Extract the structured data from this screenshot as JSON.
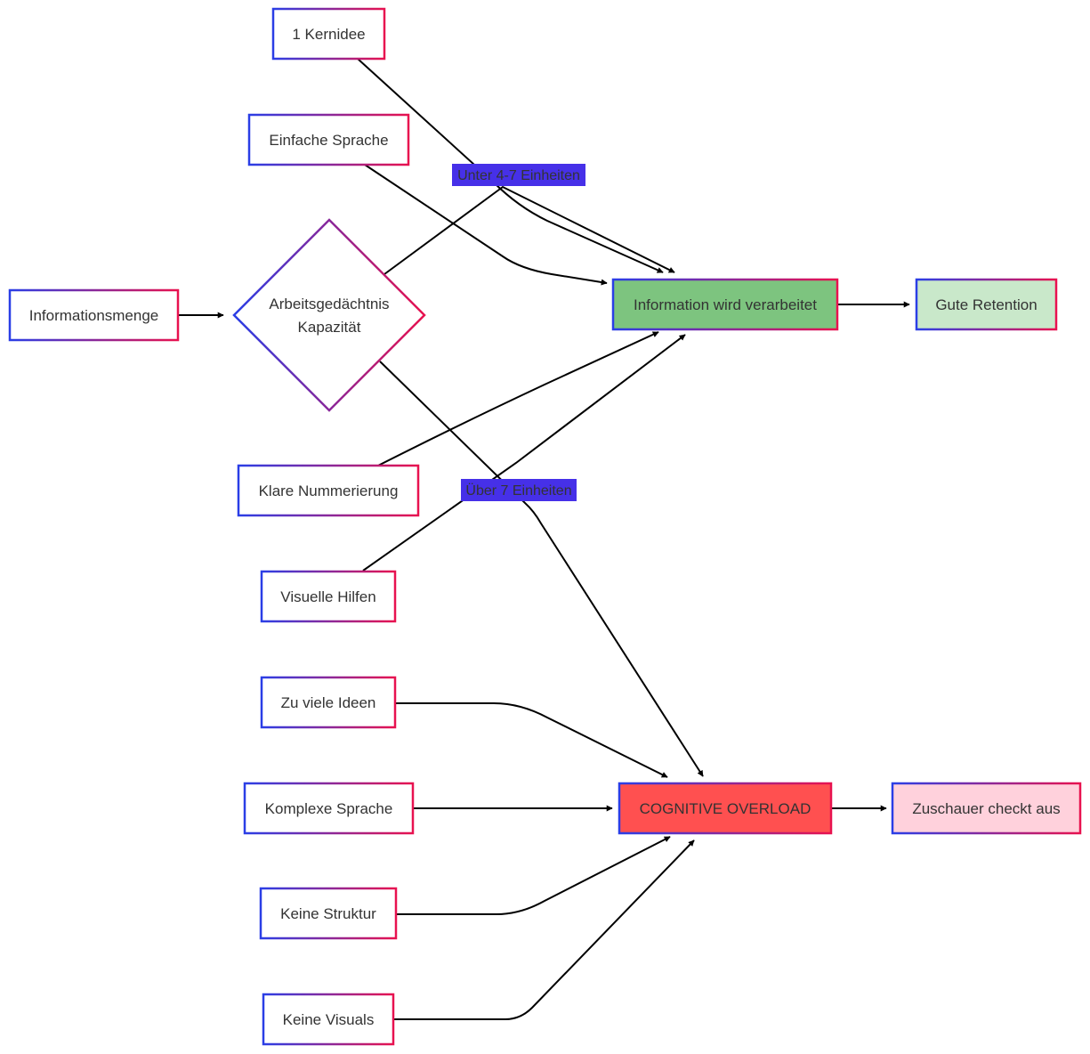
{
  "diagram": {
    "nodes": {
      "kernidee": {
        "label": "1 Kernidee",
        "fill": "#ffffff"
      },
      "einfache_sprache": {
        "label": "Einfache Sprache",
        "fill": "#ffffff"
      },
      "informationsmenge": {
        "label": "Informationsmenge",
        "fill": "#ffffff"
      },
      "arbeitsgedaechtnis": {
        "label_line1": "Arbeitsgedächtnis",
        "label_line2": "Kapazität",
        "fill": "#ffffff"
      },
      "klare_nummerierung": {
        "label": "Klare Nummerierung",
        "fill": "#ffffff"
      },
      "visuelle_hilfen": {
        "label": "Visuelle Hilfen",
        "fill": "#ffffff"
      },
      "zu_viele_ideen": {
        "label": "Zu viele Ideen",
        "fill": "#ffffff"
      },
      "komplexe_sprache": {
        "label": "Komplexe Sprache",
        "fill": "#ffffff"
      },
      "keine_struktur": {
        "label": "Keine Struktur",
        "fill": "#ffffff"
      },
      "keine_visuals": {
        "label": "Keine Visuals",
        "fill": "#ffffff"
      },
      "information_verarbeitet": {
        "label": "Information wird verarbeitet",
        "fill": "#7dc47f"
      },
      "gute_retention": {
        "label": "Gute Retention",
        "fill": "#c9e8ca"
      },
      "cognitive_overload": {
        "label": "COGNITIVE OVERLOAD",
        "fill": "#ff5050"
      },
      "zuschauer_checkt_aus": {
        "label": "Zuschauer checkt aus",
        "fill": "#ffd1dc"
      }
    },
    "edge_labels": {
      "unter": {
        "label": "Unter 4-7 Einheiten",
        "fill": "#4630e8"
      },
      "ueber": {
        "label": "Über 7 Einheiten",
        "fill": "#4630e8"
      }
    },
    "border_gradient": {
      "start": "#2a3ee6",
      "end": "#e8124f"
    }
  }
}
